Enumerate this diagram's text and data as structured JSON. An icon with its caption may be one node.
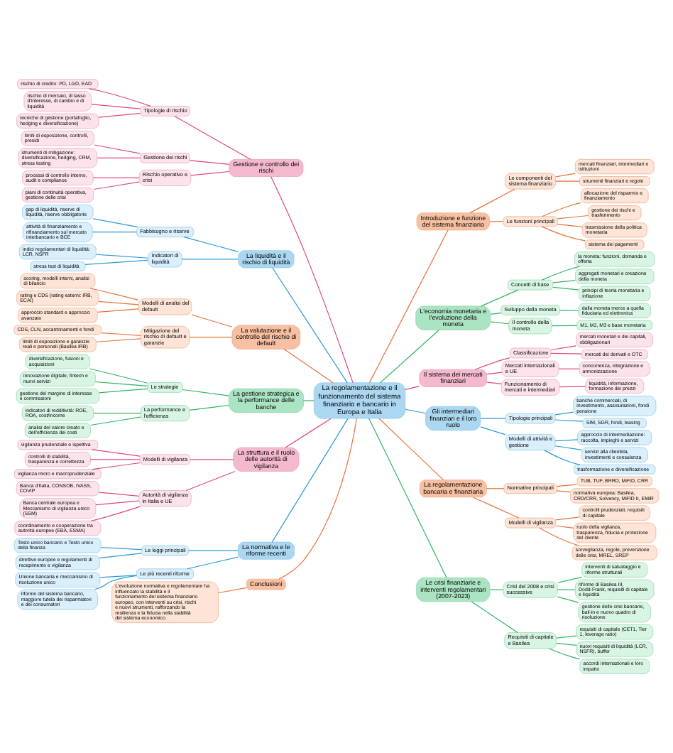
{
  "diagram": {
    "nodes": [
      {
        "text": [
          "La regolamentazione e il funzionamento del sistema finanziario e bancario in Europa e Italia"
        ]
      },
      {
        "text": [
          "Gestione e controllo dei rischi"
        ]
      },
      {
        "text": [
          "Tipologie di rischio"
        ]
      },
      {
        "text": [
          "rischio di credito: PD, LGD, EAD"
        ]
      },
      {
        "text": [
          "rischio di mercato, di tasso d'interesse, di cambio e di liquidità"
        ]
      },
      {
        "text": [
          "tecniche di gestione (portafoglio, hedging e diversificazione)"
        ]
      },
      {
        "text": [
          "Gestione dei rischi"
        ]
      },
      {
        "text": [
          "limiti di esposizione, controlli, presidi"
        ]
      },
      {
        "text": [
          "strumenti di mitigazione: diversificazione, hedging, CRM, stress testing"
        ]
      },
      {
        "text": [
          "Rischio operativo e crisi"
        ]
      },
      {
        "text": [
          "processi di controllo interno, audit e compliance"
        ]
      },
      {
        "text": [
          "piani di continuità operativa, gestione delle crisi"
        ]
      },
      {
        "text": [
          "La liquidità e il rischio di liquidità"
        ]
      },
      {
        "text": [
          "Fabbisogno e riserve"
        ]
      },
      {
        "text": [
          "gap di liquidità, riserve di liquidità, riserve obbligatorie"
        ]
      },
      {
        "text": [
          "attività di finanziamento e rifinanziamento sul mercato interbancario e BCE"
        ]
      },
      {
        "text": [
          "Indicatori di liquidità"
        ]
      },
      {
        "text": [
          "indici regolamentari di liquidità: LCR, NSFR"
        ]
      },
      {
        "text": [
          "stress test di liquidità"
        ]
      },
      {
        "text": [
          "La valutazione e il controllo del rischio di default"
        ]
      },
      {
        "text": [
          "Modelli di analisi del default"
        ]
      },
      {
        "text": [
          "scoring, modelli interni, analisi di bilancio"
        ]
      },
      {
        "text": [
          "rating e CDS (rating esterni: IRB, ECAI)"
        ]
      },
      {
        "text": [
          "approccio standard e approccio avanzato"
        ]
      },
      {
        "text": [
          "Mitigazione del rischio di default e garanzie"
        ]
      },
      {
        "text": [
          "CDS, CLN, accantonamenti e fondi"
        ]
      },
      {
        "text": [
          "limiti di esposizione e garanzie reali e personali (Basilea IRB)"
        ]
      },
      {
        "text": [
          "La gestione strategica e la performance delle banche"
        ]
      },
      {
        "text": [
          "Le strategie"
        ]
      },
      {
        "text": [
          "diversificazione, fusioni e acquisizioni"
        ]
      },
      {
        "text": [
          "innovazione digitale, fintech e nuovi servizi"
        ]
      },
      {
        "text": [
          "gestione del margine di interesse e commissioni"
        ]
      },
      {
        "text": [
          "La performance e l'efficienza"
        ]
      },
      {
        "text": [
          "indicatori di redditività: ROE, ROA, cost/income"
        ]
      },
      {
        "text": [
          "analisi del valore creato e dell'efficienza dei costi"
        ]
      },
      {
        "text": [
          "La struttura e il ruolo delle autorità di vigilanza"
        ]
      },
      {
        "text": [
          "Modelli di vigilanza"
        ]
      },
      {
        "text": [
          "vigilanza prudenziale e ispettiva"
        ]
      },
      {
        "text": [
          "controlli di stabilità, trasparenza e correttezza"
        ]
      },
      {
        "text": [
          "vigilanza micro e macroprudenziale"
        ]
      },
      {
        "text": [
          "Autorità di vigilanza in Italia e UE"
        ]
      },
      {
        "text": [
          "Banca d'Italia, CONSOB, IVASS, COVIP"
        ]
      },
      {
        "text": [
          "Banca centrale europea e Meccanismo di vigilanza unico (SSM)"
        ]
      },
      {
        "text": [
          "coordinamento e cooperazione tra autorità europee (EBA, ESMA)"
        ]
      },
      {
        "text": [
          "La normativa e le riforme recenti"
        ]
      },
      {
        "text": [
          "Le leggi principali"
        ]
      },
      {
        "text": [
          "Testo unico bancario e Testo unico della finanza"
        ]
      },
      {
        "text": [
          "direttive europee e regolamenti di recepimento e vigilanza"
        ]
      },
      {
        "text": [
          "Le più recenti riforme"
        ]
      },
      {
        "text": [
          "Unione bancaria e meccanismo di risoluzione unico"
        ]
      },
      {
        "text": [
          "riforme del sistema bancario, maggiore tutela dei risparmiatori e dei consumatori"
        ]
      },
      {
        "text": [
          "Conclusioni"
        ]
      },
      {
        "text": [
          "L'evoluzione normativa e regolamentare ha influenzato la stabilità e il funzionamento del sistema finanziario europeo, con interventi su crisi, rischi e nuovi strumenti, rafforzando la resilienza e la fiducia nella stabilità del sistema economico."
        ]
      },
      {
        "text": [
          "Introduzione e funzione del sistema finanziario"
        ]
      },
      {
        "text": [
          "Le componenti del sistema finanziario"
        ]
      },
      {
        "text": [
          "mercati finanziari, intermediari e istituzioni"
        ]
      },
      {
        "text": [
          "strumenti finanziari e regole"
        ]
      },
      {
        "text": [
          "Le funzioni principali"
        ]
      },
      {
        "text": [
          "allocazione del risparmio e finanziamento"
        ]
      },
      {
        "text": [
          "gestione dei rischi e trasferimento"
        ]
      },
      {
        "text": [
          "trasmissione della politica monetaria"
        ]
      },
      {
        "text": [
          "sistema dei pagamenti"
        ]
      },
      {
        "text": [
          "L'economia monetaria e l'evoluzione della moneta"
        ]
      },
      {
        "text": [
          "Concetti di base"
        ]
      },
      {
        "text": [
          "la moneta: funzioni, domanda e offerta"
        ]
      },
      {
        "text": [
          "aggregati monetari e creazione della moneta"
        ]
      },
      {
        "text": [
          "principi di teoria monetaria e inflazione"
        ]
      },
      {
        "text": [
          "Sviluppo della moneta"
        ]
      },
      {
        "text": [
          "dalla moneta merce a quella fiduciaria ed elettronica"
        ]
      },
      {
        "text": [
          "Il controllo della moneta"
        ]
      },
      {
        "text": [
          "M1, M2, M3 e base monetaria"
        ]
      },
      {
        "text": [
          "Il sistema dei mercati finanziari"
        ]
      },
      {
        "text": [
          "Classificazione"
        ]
      },
      {
        "text": [
          "mercati monetari e dei capitali, obbligazionari"
        ]
      },
      {
        "text": [
          "mercati dei derivati e OTC"
        ]
      },
      {
        "text": [
          "Mercati internazionali e UE"
        ]
      },
      {
        "text": [
          "concorrenza, integrazione e armonizzazione"
        ]
      },
      {
        "text": [
          "Funzionamento di mercati e intermediari"
        ]
      },
      {
        "text": [
          "liquidità, informazione, formazione dei prezzi"
        ]
      },
      {
        "text": [
          "Gli intermediari finanziari e il loro ruolo"
        ]
      },
      {
        "text": [
          "Tipologie principali"
        ]
      },
      {
        "text": [
          "banche commerciali, di investimento, assicurazioni, fondi pensione"
        ]
      },
      {
        "text": [
          "SIM, SGR, fondi, leasing"
        ]
      },
      {
        "text": [
          "Modelli di attività e gestione"
        ]
      },
      {
        "text": [
          "approccio di intermediazione: raccolta, impieghi e servizi"
        ]
      },
      {
        "text": [
          "servizi alla clientela, investimenti e consulenza"
        ]
      },
      {
        "text": [
          "trasformazione e diversificazione"
        ]
      },
      {
        "text": [
          "La regolamentazione bancaria e finanziaria"
        ]
      },
      {
        "text": [
          "Normative principali"
        ]
      },
      {
        "text": [
          "TUB, TUF, BRRD, MiFID, CRR"
        ]
      },
      {
        "text": [
          "normativa europea: Basilea, CRD/CRR, Solvency, MiFID II, EMIR"
        ]
      },
      {
        "text": [
          "Modelli di vigilanza"
        ]
      },
      {
        "text": [
          "controlli prudenziali, requisiti di capitale"
        ]
      },
      {
        "text": [
          "ruolo della vigilanza, trasparenza, fiducia e protezione del cliente"
        ]
      },
      {
        "text": [
          "sorveglianza, regole, prevenzione delle crisi, MREL, SREP"
        ]
      },
      {
        "text": [
          "Le crisi finanziarie e interventi regolamentari (2007-2023)"
        ]
      },
      {
        "text": [
          "Crisi del 2008 e crisi successive"
        ]
      },
      {
        "text": [
          "interventi di salvataggio e riforme strutturali"
        ]
      },
      {
        "text": [
          "riforme di Basilea III, Dodd-Frank, requisiti di capitale e liquidità"
        ]
      },
      {
        "text": [
          "gestione delle crisi bancarie, bail-in e nuovo quadro di risoluzione"
        ]
      },
      {
        "text": [
          "Requisiti di capitale e Basilea"
        ]
      },
      {
        "text": [
          "requisiti di capitale (CET1, Tier 1, leverage ratio)"
        ]
      },
      {
        "text": [
          "nuovi requisiti di liquidità (LCR, NSFR), buffer"
        ]
      },
      {
        "text": [
          "accordi internazionali e loro impatto"
        ]
      }
    ],
    "edges": [
      {
        "from": 0,
        "to": 1,
        "arrow": "none",
        "color": "#e0457b"
      },
      {
        "from": 1,
        "to": 2,
        "arrow": "none",
        "color": "#e0457b"
      },
      {
        "from": 2,
        "to": 3,
        "arrow": "none",
        "color": "#e0457b"
      },
      {
        "from": 2,
        "to": 4,
        "arrow": "none",
        "color": "#e0457b"
      },
      {
        "from": 2,
        "to": 5,
        "arrow": "none",
        "color": "#e0457b"
      },
      {
        "from": 1,
        "to": 6,
        "arrow": "none",
        "color": "#e0457b"
      },
      {
        "from": 6,
        "to": 7,
        "arrow": "none",
        "color": "#e0457b"
      },
      {
        "from": 6,
        "to": 8,
        "arrow": "none",
        "color": "#e0457b"
      },
      {
        "from": 1,
        "to": 9,
        "arrow": "none",
        "color": "#e0457b"
      },
      {
        "from": 9,
        "to": 10,
        "arrow": "none",
        "color": "#e0457b"
      },
      {
        "from": 9,
        "to": 11,
        "arrow": "none",
        "color": "#e0457b"
      },
      {
        "from": 0,
        "to": 12,
        "arrow": "none",
        "color": "#2b9ad6"
      },
      {
        "from": 12,
        "to": 13,
        "arrow": "none",
        "color": "#2b9ad6"
      },
      {
        "from": 13,
        "to": 14,
        "arrow": "none",
        "color": "#2b9ad6"
      },
      {
        "from": 13,
        "to": 15,
        "arrow": "none",
        "color": "#2b9ad6"
      },
      {
        "from": 12,
        "to": 16,
        "arrow": "none",
        "color": "#2b9ad6"
      },
      {
        "from": 16,
        "to": 17,
        "arrow": "none",
        "color": "#2b9ad6"
      },
      {
        "from": 16,
        "to": 18,
        "arrow": "none",
        "color": "#2b9ad6"
      },
      {
        "from": 0,
        "to": 19,
        "arrow": "none",
        "color": "#e8733a"
      },
      {
        "from": 19,
        "to": 20,
        "arrow": "none",
        "color": "#e8733a"
      },
      {
        "from": 20,
        "to": 21,
        "arrow": "none",
        "color": "#e8733a"
      },
      {
        "from": 20,
        "to": 22,
        "arrow": "none",
        "color": "#e8733a"
      },
      {
        "from": 20,
        "to": 23,
        "arrow": "none",
        "color": "#e8733a"
      },
      {
        "from": 19,
        "to": 24,
        "arrow": "none",
        "color": "#e8733a"
      },
      {
        "from": 24,
        "to": 25,
        "arrow": "none",
        "color": "#e8733a"
      },
      {
        "from": 24,
        "to": 26,
        "arrow": "none",
        "color": "#e8733a"
      },
      {
        "from": 0,
        "to": 27,
        "arrow": "none",
        "color": "#30b565"
      },
      {
        "from": 27,
        "to": 28,
        "arrow": "none",
        "color": "#30b565"
      },
      {
        "from": 28,
        "to": 29,
        "arrow": "none",
        "color": "#30b565"
      },
      {
        "from": 28,
        "to": 30,
        "arrow": "none",
        "color": "#30b565"
      },
      {
        "from": 28,
        "to": 31,
        "arrow": "none",
        "color": "#30b565"
      },
      {
        "from": 27,
        "to": 32,
        "arrow": "none",
        "color": "#30b565"
      },
      {
        "from": 32,
        "to": 33,
        "arrow": "none",
        "color": "#30b565"
      },
      {
        "from": 32,
        "to": 34,
        "arrow": "none",
        "color": "#30b565"
      },
      {
        "from": 0,
        "to": 35,
        "arrow": "none",
        "color": "#e0457b"
      },
      {
        "from": 35,
        "to": 36,
        "arrow": "none",
        "color": "#e0457b"
      },
      {
        "from": 36,
        "to": 37,
        "arrow": "none",
        "color": "#e0457b"
      },
      {
        "from": 36,
        "to": 38,
        "arrow": "none",
        "color": "#e0457b"
      },
      {
        "from": 36,
        "to": 39,
        "arrow": "none",
        "color": "#e0457b"
      },
      {
        "from": 35,
        "to": 40,
        "arrow": "none",
        "color": "#e0457b"
      },
      {
        "from": 40,
        "to": 41,
        "arrow": "none",
        "color": "#e0457b"
      },
      {
        "from": 40,
        "to": 42,
        "arrow": "none",
        "color": "#e0457b"
      },
      {
        "from": 40,
        "to": 43,
        "arrow": "none",
        "color": "#e0457b"
      },
      {
        "from": 0,
        "to": 44,
        "arrow": "none",
        "color": "#2b9ad6"
      },
      {
        "from": 44,
        "to": 45,
        "arrow": "none",
        "color": "#2b9ad6"
      },
      {
        "from": 45,
        "to": 46,
        "arrow": "none",
        "color": "#2b9ad6"
      },
      {
        "from": 45,
        "to": 47,
        "arrow": "none",
        "color": "#2b9ad6"
      },
      {
        "from": 44,
        "to": 48,
        "arrow": "none",
        "color": "#2b9ad6"
      },
      {
        "from": 48,
        "to": 49,
        "arrow": "none",
        "color": "#2b9ad6"
      },
      {
        "from": 48,
        "to": 50,
        "arrow": "none",
        "color": "#2b9ad6"
      },
      {
        "from": 0,
        "to": 51,
        "arrow": "none",
        "color": "#e8733a"
      },
      {
        "from": 51,
        "to": 52,
        "arrow": "none",
        "color": "#e8733a"
      },
      {
        "from": 0,
        "to": 53,
        "arrow": "none",
        "color": "#e8733a"
      },
      {
        "from": 53,
        "to": 54,
        "arrow": "none",
        "color": "#e8733a"
      },
      {
        "from": 54,
        "to": 55,
        "arrow": "none",
        "color": "#e8733a"
      },
      {
        "from": 54,
        "to": 56,
        "arrow": "none",
        "color": "#e8733a"
      },
      {
        "from": 53,
        "to": 57,
        "arrow": "none",
        "color": "#e8733a"
      },
      {
        "from": 57,
        "to": 58,
        "arrow": "none",
        "color": "#e8733a"
      },
      {
        "from": 57,
        "to": 59,
        "arrow": "none",
        "color": "#e8733a"
      },
      {
        "from": 57,
        "to": 60,
        "arrow": "none",
        "color": "#e8733a"
      },
      {
        "from": 57,
        "to": 61,
        "arrow": "none",
        "color": "#e8733a"
      },
      {
        "from": 0,
        "to": 62,
        "arrow": "none",
        "color": "#30b565"
      },
      {
        "from": 62,
        "to": 63,
        "arrow": "none",
        "color": "#30b565"
      },
      {
        "from": 63,
        "to": 64,
        "arrow": "none",
        "color": "#30b565"
      },
      {
        "from": 63,
        "to": 65,
        "arrow": "none",
        "color": "#30b565"
      },
      {
        "from": 63,
        "to": 66,
        "arrow": "none",
        "color": "#30b565"
      },
      {
        "from": 62,
        "to": 67,
        "arrow": "none",
        "color": "#30b565"
      },
      {
        "from": 67,
        "to": 68,
        "arrow": "none",
        "color": "#30b565"
      },
      {
        "from": 62,
        "to": 69,
        "arrow": "none",
        "color": "#30b565"
      },
      {
        "from": 69,
        "to": 70,
        "arrow": "none",
        "color": "#30b565"
      },
      {
        "from": 0,
        "to": 71,
        "arrow": "none",
        "color": "#e0457b"
      },
      {
        "from": 71,
        "to": 72,
        "arrow": "none",
        "color": "#e0457b"
      },
      {
        "from": 72,
        "to": 73,
        "arrow": "none",
        "color": "#e0457b"
      },
      {
        "from": 72,
        "to": 74,
        "arrow": "none",
        "color": "#e0457b"
      },
      {
        "from": 71,
        "to": 75,
        "arrow": "none",
        "color": "#e0457b"
      },
      {
        "from": 75,
        "to": 76,
        "arrow": "none",
        "color": "#e0457b"
      },
      {
        "from": 71,
        "to": 77,
        "arrow": "none",
        "color": "#e0457b"
      },
      {
        "from": 77,
        "to": 78,
        "arrow": "none",
        "color": "#e0457b"
      },
      {
        "from": 0,
        "to": 79,
        "arrow": "none",
        "color": "#2b9ad6"
      },
      {
        "from": 79,
        "to": 80,
        "arrow": "none",
        "color": "#2b9ad6"
      },
      {
        "from": 80,
        "to": 81,
        "arrow": "none",
        "color": "#2b9ad6"
      },
      {
        "from": 80,
        "to": 82,
        "arrow": "none",
        "color": "#2b9ad6"
      },
      {
        "from": 79,
        "to": 83,
        "arrow": "none",
        "color": "#2b9ad6"
      },
      {
        "from": 83,
        "to": 84,
        "arrow": "none",
        "color": "#2b9ad6"
      },
      {
        "from": 83,
        "to": 85,
        "arrow": "none",
        "color": "#2b9ad6"
      },
      {
        "from": 83,
        "to": 86,
        "arrow": "none",
        "color": "#2b9ad6"
      },
      {
        "from": 0,
        "to": 87,
        "arrow": "none",
        "color": "#e8733a"
      },
      {
        "from": 87,
        "to": 88,
        "arrow": "none",
        "color": "#e8733a"
      },
      {
        "from": 88,
        "to": 89,
        "arrow": "none",
        "color": "#e8733a"
      },
      {
        "from": 88,
        "to": 90,
        "arrow": "none",
        "color": "#e8733a"
      },
      {
        "from": 87,
        "to": 91,
        "arrow": "none",
        "color": "#e8733a"
      },
      {
        "from": 91,
        "to": 92,
        "arrow": "none",
        "color": "#e8733a"
      },
      {
        "from": 91,
        "to": 93,
        "arrow": "none",
        "color": "#e8733a"
      },
      {
        "from": 91,
        "to": 94,
        "arrow": "none",
        "color": "#e8733a"
      },
      {
        "from": 0,
        "to": 95,
        "arrow": "none",
        "color": "#30b565"
      },
      {
        "from": 95,
        "to": 96,
        "arrow": "none",
        "color": "#30b565"
      },
      {
        "from": 96,
        "to": 97,
        "arrow": "none",
        "color": "#30b565"
      },
      {
        "from": 96,
        "to": 98,
        "arrow": "none",
        "color": "#30b565"
      },
      {
        "from": 96,
        "to": 99,
        "arrow": "none",
        "color": "#30b565"
      },
      {
        "from": 95,
        "to": 100,
        "arrow": "none",
        "color": "#30b565"
      },
      {
        "from": 100,
        "to": 101,
        "arrow": "none",
        "color": "#30b565"
      },
      {
        "from": 100,
        "to": 102,
        "arrow": "none",
        "color": "#30b565"
      },
      {
        "from": 100,
        "to": 103,
        "arrow": "none",
        "color": "#30b565"
      }
    ]
  }
}
